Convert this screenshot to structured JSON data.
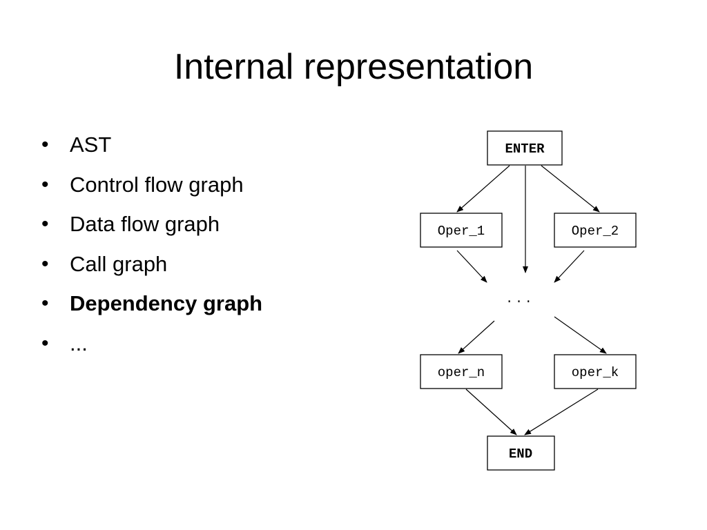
{
  "slide": {
    "title": "Internal representation",
    "bullets": [
      {
        "text": "AST",
        "bold": false
      },
      {
        "text": "Control flow graph",
        "bold": false
      },
      {
        "text": "Data flow graph",
        "bold": false
      },
      {
        "text": "Call graph",
        "bold": false
      },
      {
        "text": "Dependency graph",
        "bold": true
      },
      {
        "text": "...",
        "bold": false
      }
    ],
    "bullet_glyph": "•"
  },
  "diagram": {
    "nodes": {
      "enter": "ENTER",
      "oper_1": "Oper_1",
      "oper_2": "Oper_2",
      "oper_n": "oper_n",
      "oper_k": "oper_k",
      "end": "END"
    },
    "ellipsis": "...",
    "edges": [
      [
        "enter",
        "oper_1"
      ],
      [
        "enter",
        "ellipsis"
      ],
      [
        "enter",
        "oper_2"
      ],
      [
        "oper_1",
        "ellipsis"
      ],
      [
        "oper_2",
        "ellipsis"
      ],
      [
        "ellipsis",
        "oper_n"
      ],
      [
        "ellipsis",
        "oper_k"
      ],
      [
        "oper_n",
        "end"
      ],
      [
        "oper_k",
        "end"
      ]
    ]
  }
}
